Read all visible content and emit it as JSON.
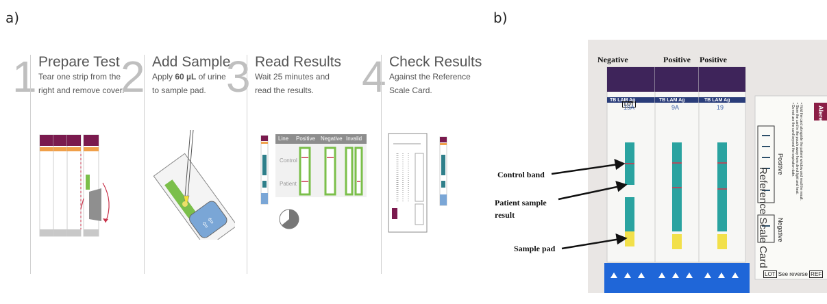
{
  "panel_a_label": "a)",
  "panel_b_label": "b)",
  "steps": [
    {
      "number": "1",
      "title": "Prepare Test",
      "desc_line1": "Tear one strip from the",
      "desc_line2": "right and remove cover."
    },
    {
      "number": "2",
      "title": "Add Sample",
      "desc_pre": "Apply ",
      "desc_bold": "60 µL",
      "desc_post": " of urine",
      "desc_line2": "to sample pad."
    },
    {
      "number": "3",
      "title": "Read Results",
      "desc_line1": "Wait 25 minutes and",
      "desc_line2": "read the results."
    },
    {
      "number": "4",
      "title": "Check Results",
      "desc_line1": "Against the Reference",
      "desc_line2": "Scale Card."
    }
  ],
  "results_table": {
    "headers": [
      "Line",
      "Positive",
      "Negative",
      "Invalid"
    ],
    "rows": [
      "Control",
      "Patient"
    ]
  },
  "photo": {
    "strip_headers": [
      "Negative",
      "Positive",
      "Positive"
    ],
    "strip_lot": "LOT",
    "strip_names": [
      "TB LAM Ag",
      "TB LAM Ag",
      "TB LAM Ag"
    ],
    "strip_codes": [
      "19A",
      "9A",
      "19"
    ],
    "callouts": [
      {
        "line1": "Control band",
        "line2": ""
      },
      {
        "line1": "Patient sample",
        "line2": "result"
      },
      {
        "line1": "Sample pad",
        "line2": ""
      }
    ],
    "card": {
      "brand": "Alere",
      "title": "Reference Scale Card",
      "positive": "Positive",
      "negative": "Negative",
      "footer_lot": "LOT",
      "footer_text": "See reverse",
      "footer_ref": "REF",
      "instructions": [
        "• Hold the card alongside the patient window and read the result.",
        "• Store the card in the pouch away from direct light and heat.",
        "• Do not use the card beyond the expiration date."
      ]
    }
  },
  "colors": {
    "purple": "#7a1a4e",
    "orange": "#f0a04a",
    "green": "#7bbf4a",
    "teal": "#2f9d9a",
    "blue": "#1f6fd6",
    "red_line": "#c8324a"
  }
}
